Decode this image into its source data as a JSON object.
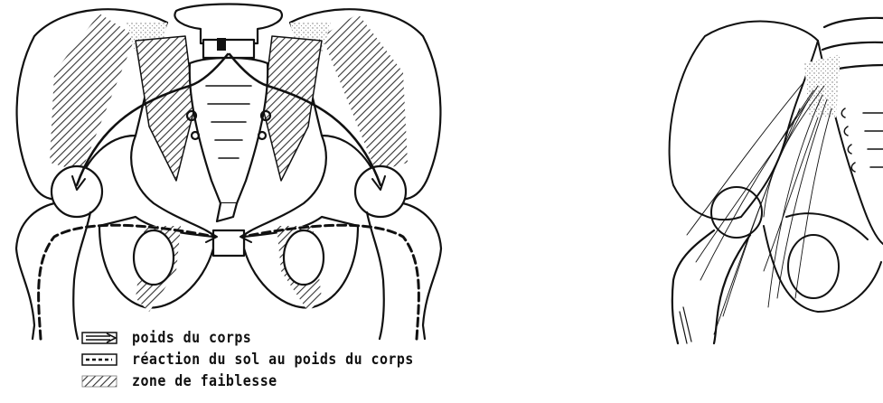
{
  "legend": {
    "items": [
      {
        "key": "body-weight",
        "label": "poids du corps"
      },
      {
        "key": "ground-reaction",
        "label": "réaction du sol au poids du corps"
      },
      {
        "key": "weak-zone",
        "label": "zone de faiblesse"
      }
    ]
  },
  "colors": {
    "ink": "#111111",
    "paper": "#ffffff",
    "stipple": "#bbbbbb"
  }
}
